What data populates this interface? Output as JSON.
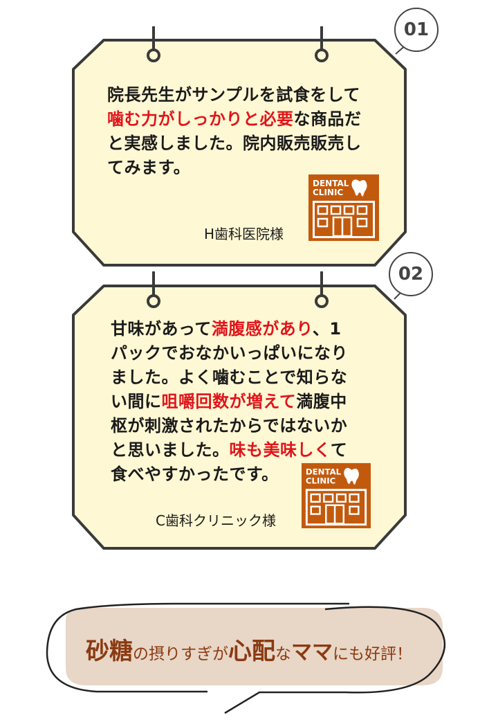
{
  "colors": {
    "card_fill": "#fff8d4",
    "card_stroke": "#3a3a3a",
    "highlight": "#e0141b",
    "badge": "#c25a0e",
    "bubble_fill": "#e8d6c6",
    "bubble_text": "#8a3a12"
  },
  "cards": [
    {
      "number": "01",
      "lines": [
        [
          {
            "t": "院長先生がサンプルを試食をして"
          }
        ],
        [
          {
            "t": "噛む力がしっかりと必要",
            "hl": true
          },
          {
            "t": "な商品だ"
          }
        ],
        [
          {
            "t": "と実感しました。院内販売販売し"
          }
        ],
        [
          {
            "t": "てみます。"
          }
        ]
      ],
      "badge": {
        "line1": "DENTAL",
        "line2": "CLINIC",
        "icon": "dental-clinic-building-icon"
      },
      "clinic": "H歯科医院様"
    },
    {
      "number": "02",
      "lines": [
        [
          {
            "t": "甘味があって"
          },
          {
            "t": "満腹感があり",
            "hl": true
          },
          {
            "t": "、1"
          }
        ],
        [
          {
            "t": "パックでおなかいっぱいになり"
          }
        ],
        [
          {
            "t": "ました。よく噛むことで知らな"
          }
        ],
        [
          {
            "t": "い間に"
          },
          {
            "t": "咀嚼回数が増えて",
            "hl": true
          },
          {
            "t": "満腹中"
          }
        ],
        [
          {
            "t": "枢が刺激されたからではないか"
          }
        ],
        [
          {
            "t": "と思いました。"
          },
          {
            "t": "味も美味しく",
            "hl": true
          },
          {
            "t": "て"
          }
        ],
        [
          {
            "t": "食べやすかったです。"
          }
        ]
      ],
      "badge": {
        "line1": "DENTAL",
        "line2": "CLINIC",
        "icon": "dental-clinic-building-icon"
      },
      "clinic": "C歯科クリニック様"
    }
  ],
  "bubble": {
    "parts": [
      {
        "t": "砂糖",
        "s": "big"
      },
      {
        "t": "の摂りすぎが",
        "s": "sm"
      },
      {
        "t": "心配",
        "s": "big"
      },
      {
        "t": "な",
        "s": "sm"
      },
      {
        "t": "ママ",
        "s": "mid"
      },
      {
        "t": "にも好評！",
        "s": "sm"
      }
    ]
  }
}
